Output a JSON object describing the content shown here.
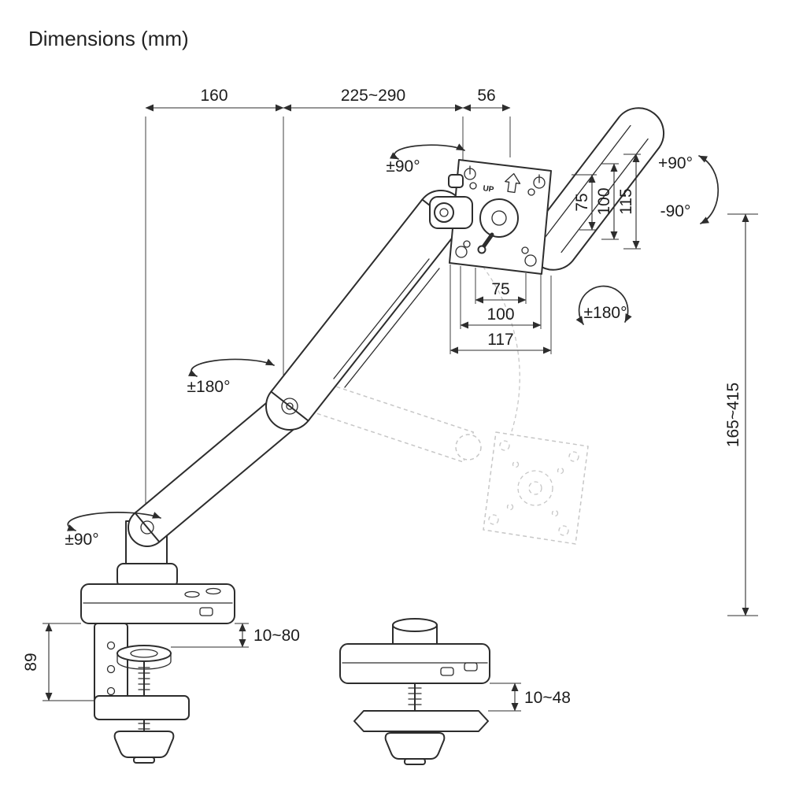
{
  "title": "Dimensions (mm)",
  "dims": {
    "base_offset": "160",
    "arm_reach": "225~290",
    "head_depth": "56",
    "bracket_75": "75",
    "bracket_100": "100",
    "bracket_115": "115",
    "vesa_75": "75",
    "vesa_100": "100",
    "vesa_117": "117",
    "height_range": "165~415",
    "clamp_89": "89",
    "clamp_desk_range": "10~80",
    "clamp_grommet_range": "10~48"
  },
  "rotations": {
    "head_swivel": "±90°",
    "tilt_up": "+90°",
    "tilt_down": "-90°",
    "vesa_rotate": "±180°",
    "arm_swivel": "±180°",
    "base_swivel": "±90°"
  },
  "vesa_plate": {
    "up": "UP"
  }
}
